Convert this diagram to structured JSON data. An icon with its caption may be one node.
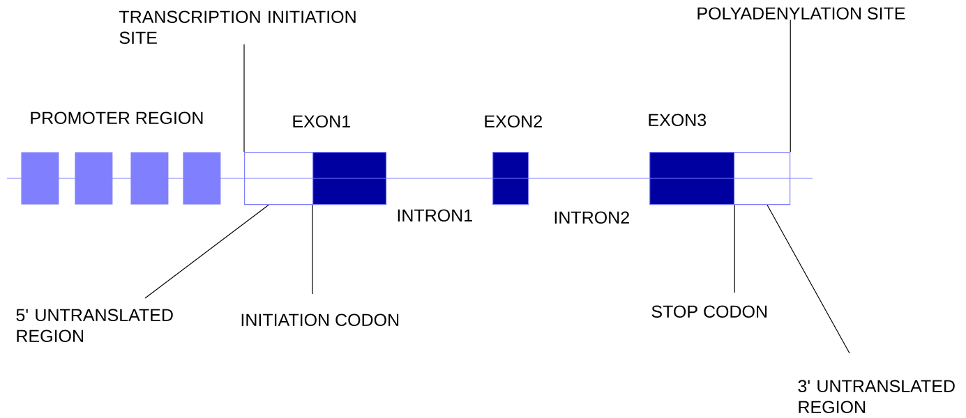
{
  "diagram": {
    "nodes": [
      {
        "text": [
          "TRANSCRIPTION INITIATION SITE"
        ]
      },
      {
        "text": [
          "POLYADENYLATION SITE"
        ]
      },
      {
        "text": [],
        "shape": "box"
      },
      {
        "text": [],
        "shape": "box"
      },
      {
        "text": [],
        "shape": "box"
      },
      {
        "text": [],
        "shape": "box"
      },
      {
        "text": [],
        "shape": "box"
      },
      {
        "text": [],
        "shape": "box"
      },
      {
        "text": [],
        "shape": "box"
      },
      {
        "text": [],
        "shape": "box"
      },
      {
        "text": [],
        "shape": "box"
      },
      {
        "text": [
          "5' UNTRANSLATED REGION"
        ]
      },
      {
        "text": [
          "INITIATION CODON"
        ]
      },
      {
        "text": [
          "STOP CODON"
        ]
      },
      {
        "text": [
          "3' UNTRANSLATED REGION"
        ]
      }
    ],
    "edges": [
      {
        "from": 0,
        "to": 6,
        "arrow": "none"
      },
      {
        "from": 1,
        "to": 10,
        "arrow": "none"
      },
      {
        "from": 11,
        "to": 6,
        "arrow": "none"
      },
      {
        "from": 12,
        "to": 7,
        "arrow": "none"
      },
      {
        "from": 13,
        "to": 9,
        "arrow": "none"
      },
      {
        "from": 14,
        "to": 10,
        "arrow": "none"
      }
    ],
    "labels": [
      "PROMOTER REGION",
      "EXON1",
      "EXON2",
      "EXON3",
      "INTRON1",
      "INTRON2"
    ]
  }
}
